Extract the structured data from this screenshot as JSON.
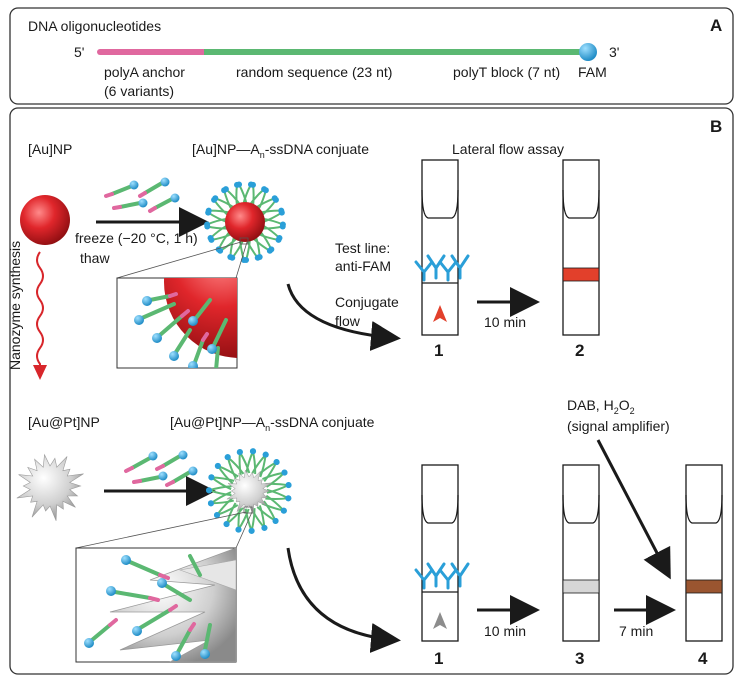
{
  "panel_a": {
    "letter": "A",
    "title": "DNA oligonucleotides",
    "end5": "5'",
    "end3": "3'",
    "segment_polya": "polyA anchor",
    "segment_polya_note": "(6 variants)",
    "segment_random": "random sequence (23 nt)",
    "segment_polyt": "polyT block (7 nt)",
    "label_fam": "FAM",
    "colors": {
      "polya": "#e0689f",
      "random": "#5bb872",
      "fam": "#2a9fd8"
    }
  },
  "panel_b": {
    "letter": "B",
    "au_np": "[Au]NP",
    "au_conj_prefix": "[Au]NP—A",
    "au_conj_sub": "n",
    "au_conj_suffix": "-ssDNA conjuate",
    "lfa_title": "Lateral flow assay",
    "freeze": "freeze (−20 °C, 1 h)",
    "thaw": "thaw",
    "synthesis": "Nanozyme synthesis",
    "test_line_1": "Test line:",
    "test_line_2": "anti-FAM",
    "conj_flow_1": "Conjugate",
    "conj_flow_2": "flow",
    "time_top": "10 min",
    "strip_1": "1",
    "strip_2": "2",
    "aupt_np": "[Au@Pt]NP",
    "aupt_conj_prefix": "[Au@Pt]NP—A",
    "aupt_conj_sub": "n",
    "aupt_conj_suffix": "-ssDNA conjuate",
    "dab_prefix": "DAB, H",
    "dab_sub1": "2",
    "dab_mid": "O",
    "dab_sub2": "2",
    "amplifier": "(signal amplifier)",
    "time_bottom_1": "10 min",
    "time_bottom_2": "7 min",
    "strip_1b": "1",
    "strip_3": "3",
    "strip_4": "4",
    "colors": {
      "au": "#d8262b",
      "line_red": "#e2402b",
      "line_gray": "#d6d6d6",
      "line_brown": "#9a5530",
      "antibody": "#2a9fd8",
      "arrow_red": "#e2402b",
      "arrow_gray": "#8c8c8c"
    }
  }
}
